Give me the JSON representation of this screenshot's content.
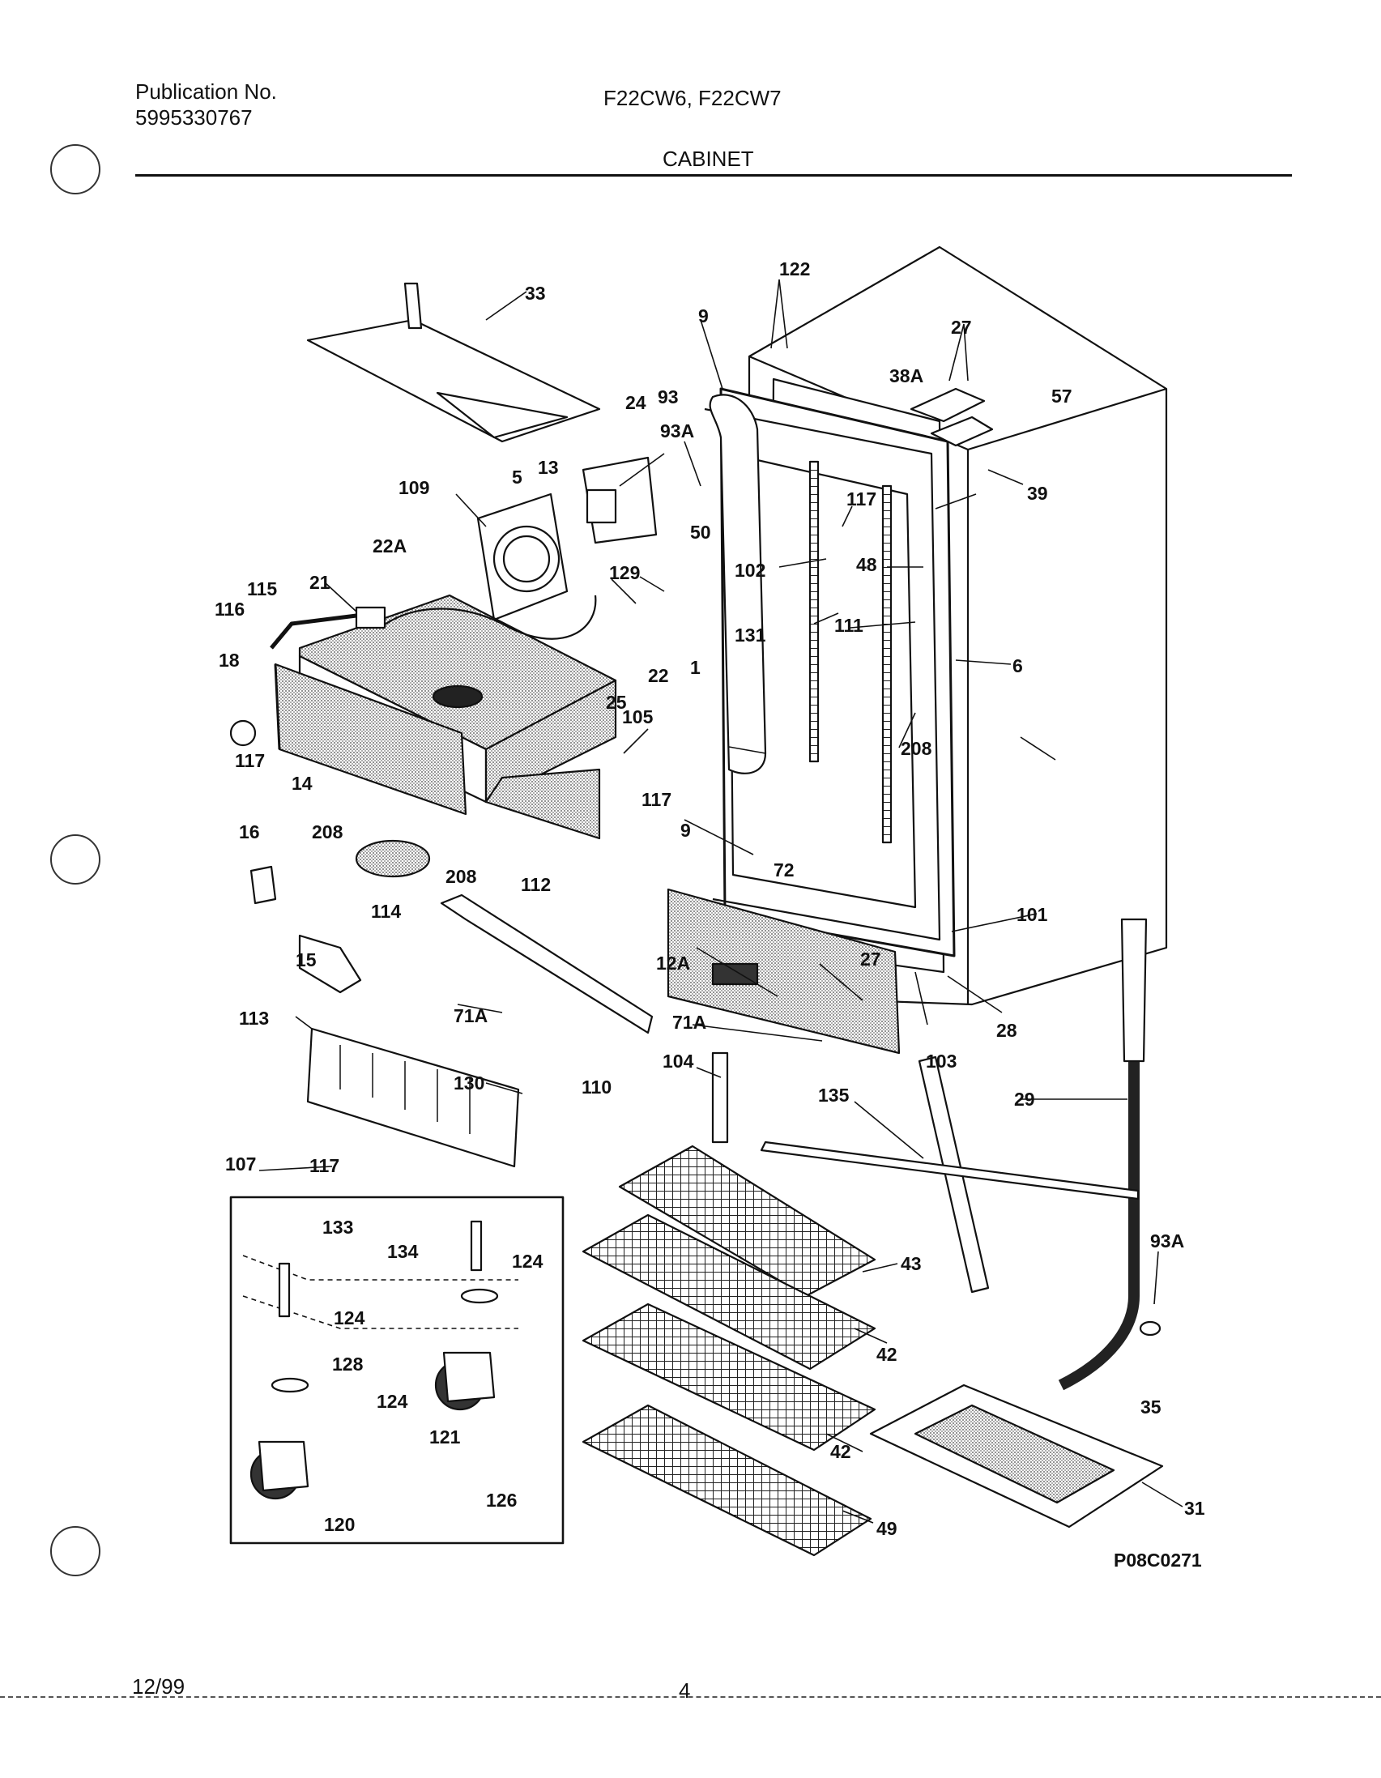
{
  "header": {
    "publication_label": "Publication No.",
    "publication_number": "5995330767",
    "models": "F22CW6, F22CW7",
    "section_title": "CABINET"
  },
  "footer": {
    "date": "12/99",
    "page_number": "4"
  },
  "diagram": {
    "drawing_code": "P08C0271",
    "callouts": [
      "122",
      "33",
      "9",
      "27",
      "24",
      "93",
      "38A",
      "57",
      "93A",
      "13",
      "109",
      "5",
      "50",
      "39",
      "117",
      "22A",
      "102",
      "48",
      "21",
      "129",
      "115",
      "116",
      "131",
      "111",
      "22",
      "1",
      "6",
      "18",
      "25",
      "105",
      "208",
      "117",
      "14",
      "208",
      "117",
      "16",
      "9",
      "114",
      "208",
      "112",
      "72",
      "101",
      "27",
      "12A",
      "15",
      "71A",
      "71A",
      "28",
      "113",
      "103",
      "104",
      "130",
      "110",
      "135",
      "29",
      "107",
      "117",
      "133",
      "134",
      "124",
      "43",
      "93A",
      "124",
      "128",
      "42",
      "124",
      "121",
      "35",
      "42",
      "126",
      "31",
      "120",
      "49"
    ]
  }
}
